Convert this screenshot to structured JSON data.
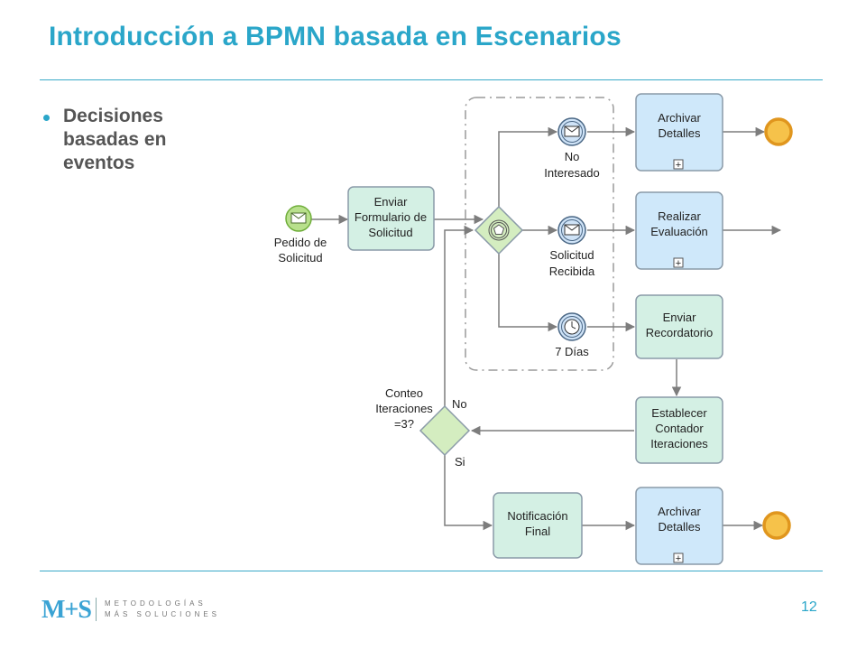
{
  "slide": {
    "title": "Introducción  a BPMN basada en Escenarios",
    "bullet": "Decisiones basadas en eventos",
    "page_number": "12",
    "logo": {
      "mark": "M+S",
      "line1": "METODOLOGÍAS",
      "line2": "MÁS SOLUCIONES"
    }
  },
  "diagram": {
    "start_event": [
      "Pedido de",
      "Solicitud"
    ],
    "task_enviar_formulario": [
      "Enviar",
      "Formulario de",
      "Solicitud"
    ],
    "event_no_interesado": [
      "No",
      "Interesado"
    ],
    "event_solicitud_recibida": [
      "Solicitud",
      "Recibida"
    ],
    "timer_event": [
      "7 Días"
    ],
    "task_archivar_detalles_1": [
      "Archivar",
      "Detalles"
    ],
    "task_realizar_evaluacion": [
      "Realizar",
      "Evaluación"
    ],
    "task_enviar_recordatorio": [
      "Enviar",
      "Recordatorio"
    ],
    "task_establecer_contador": [
      "Establecer",
      "Contador",
      "Iteraciones"
    ],
    "gateway_conteo": [
      "Conteo",
      "Iteraciones",
      "=3?"
    ],
    "flow_no": "No",
    "flow_si": "Si",
    "task_notificacion_final": [
      "Notificación",
      "Final"
    ],
    "task_archivar_detalles_2": [
      "Archivar",
      "Detalles"
    ],
    "subprocess_marker": "+"
  },
  "colors": {
    "accent": "#2aa6c9",
    "task_green_fill": "#d4f0e4",
    "task_blue_fill": "#cfe8fa",
    "task_stroke": "#8a9aa8",
    "start_fill": "#b8e08c",
    "end_stroke": "#e0961e",
    "end_fill": "#f6c24a",
    "event_fill": "#cfe3f7",
    "flow": "#7d7d7d"
  }
}
